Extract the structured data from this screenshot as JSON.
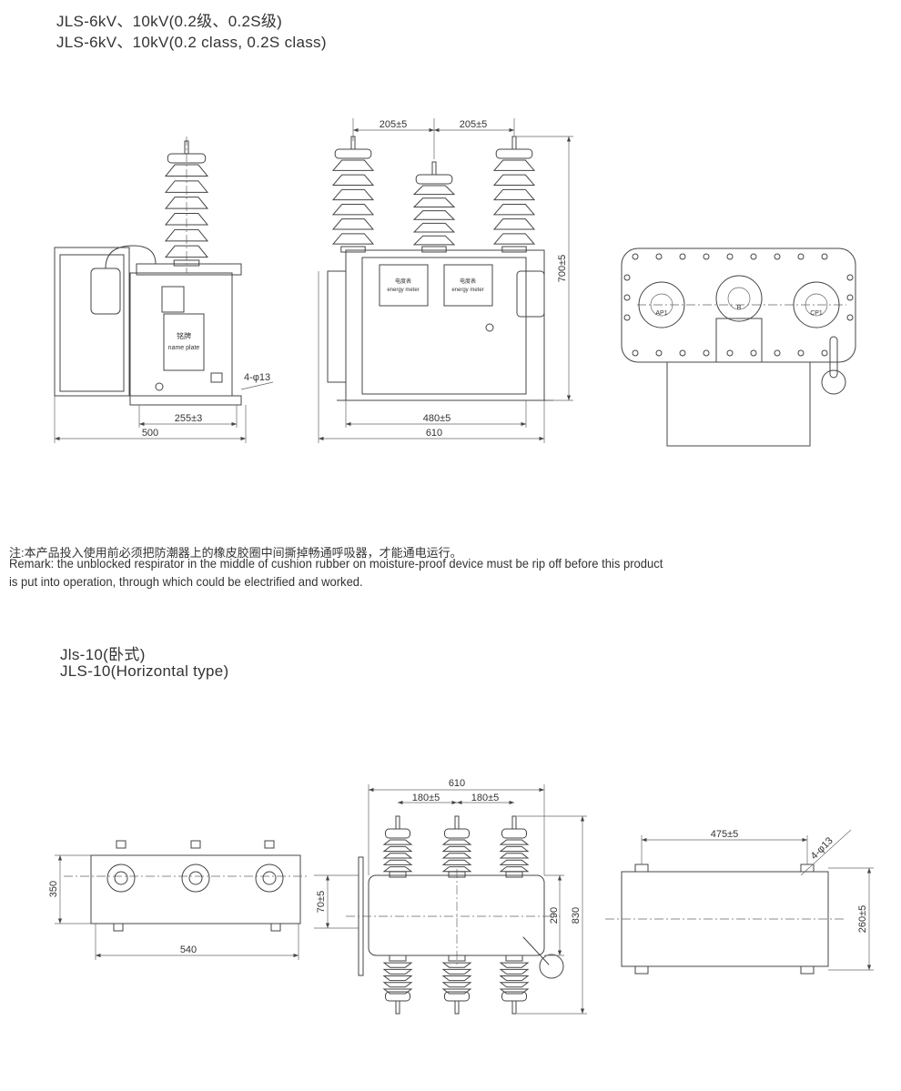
{
  "section1": {
    "title_cn": "JLS-6kV、10kV(0.2级、0.2S级)",
    "title_en": "JLS-6kV、10kV(0.2 class, 0.2S class)",
    "side_view": {
      "nameplate_cn": "铭牌",
      "nameplate_en": "name plate",
      "dim_holes": "4-φ13",
      "dim_base": "255±3",
      "dim_total": "500"
    },
    "front_view": {
      "meter_cn": "电度表",
      "meter_en": "energy meter",
      "dim_spacing_left": "205±5",
      "dim_spacing_right": "205±5",
      "dim_inner": "480±5",
      "dim_total": "610",
      "dim_height": "700±5"
    },
    "top_view": {
      "phase_a": "AP1",
      "phase_b": "B",
      "phase_c": "CP1"
    }
  },
  "remark": {
    "cn": "注:本产品投入使用前必须把防潮器上的橡皮胶圈中间撕掉畅通呼吸器，才能通电运行。",
    "en_line1": "Remark: the unblocked respirator in the middle of cushion rubber on moisture-proof device must be rip off before this product",
    "en_line2": "is put into operation, through which could be electrified and worked."
  },
  "section2": {
    "title_cn": "Jls-10(卧式)",
    "title_en": "JLS-10(Horizontal type)",
    "top_view": {
      "dim_height": "350",
      "dim_width": "540"
    },
    "front_view": {
      "dim_total": "610",
      "dim_spacing_left": "180±5",
      "dim_spacing_right": "180±5",
      "dim_body": "290",
      "dim_height": "830",
      "dim_offset": "70±5"
    },
    "base_view": {
      "dim_width": "475±5",
      "dim_height": "260±5",
      "dim_holes": "4-φ13"
    }
  }
}
